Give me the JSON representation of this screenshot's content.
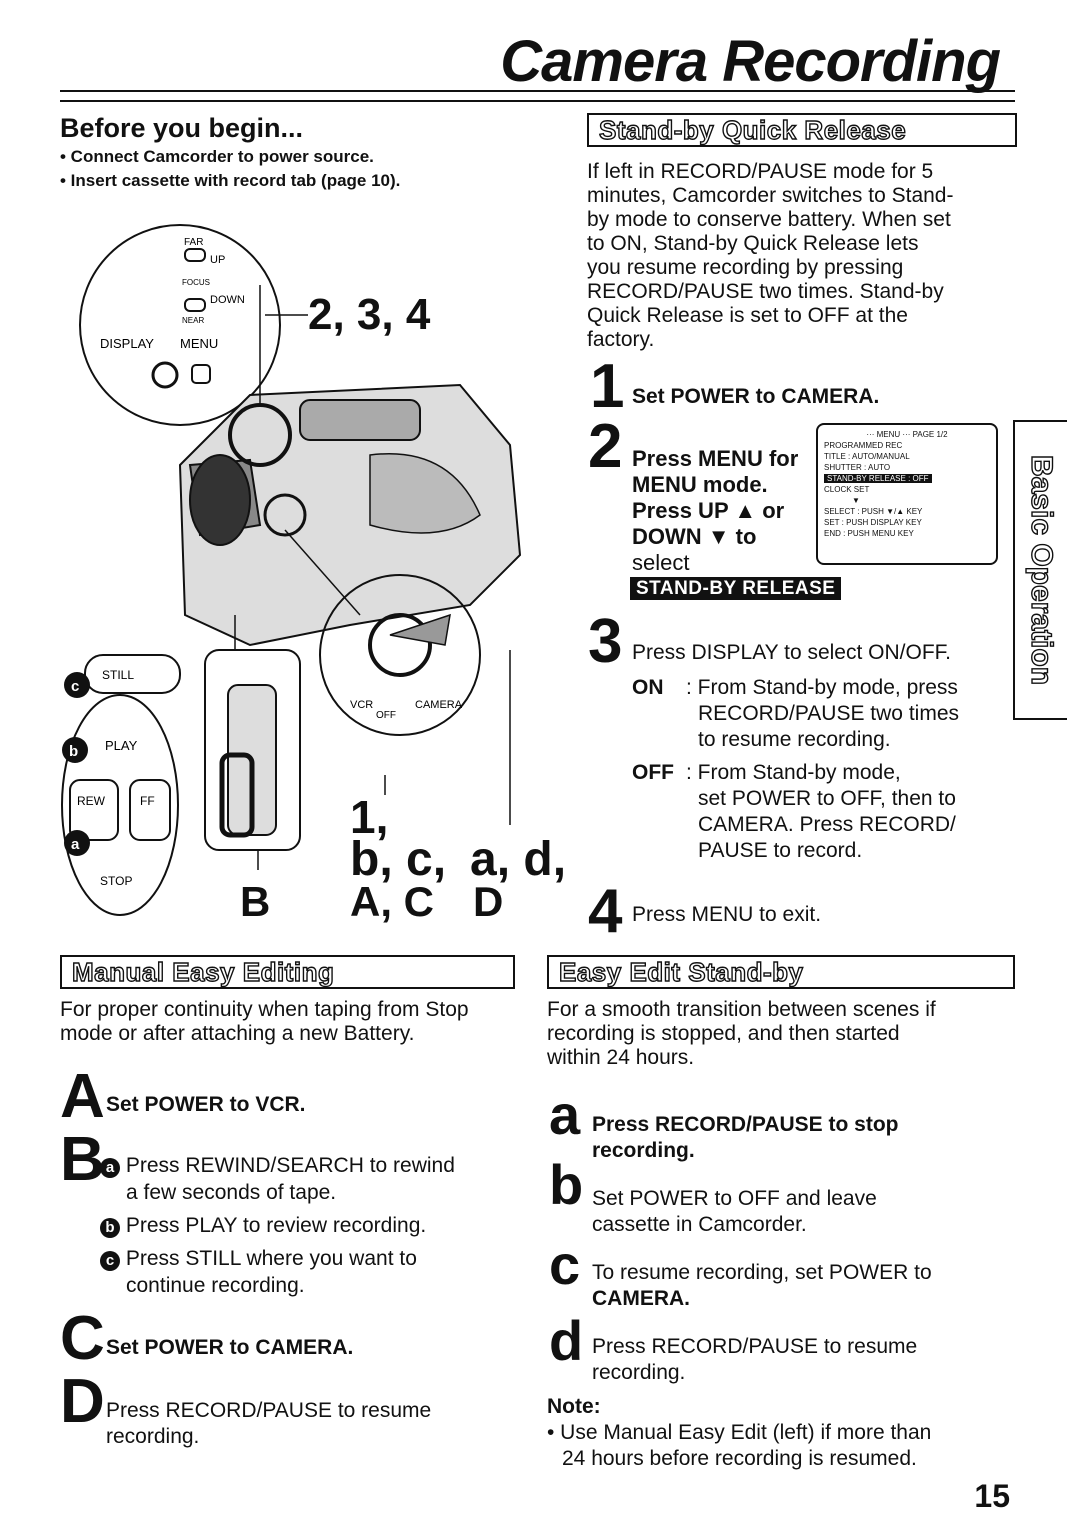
{
  "page": {
    "title": "Camera Recording",
    "side_tab": "Basic Operation",
    "page_number": "15"
  },
  "before": {
    "heading": "Before you begin...",
    "bullets": [
      "• Connect Camcorder to power source.",
      "• Insert cassette with record tab (page 10)."
    ]
  },
  "diagram": {
    "labels": {
      "far": "FAR",
      "up": "UP",
      "focus": "FOCUS",
      "down": "DOWN",
      "near": "NEAR",
      "display": "DISPLAY",
      "menu": "MENU",
      "vcr": "VCR",
      "off": "OFF",
      "camera": "CAMERA",
      "still": "STILL",
      "play": "PLAY",
      "rew": "REW",
      "ff": "FF",
      "stop": "STOP",
      "circle_c": "c",
      "circle_b": "b",
      "circle_a": "a"
    },
    "callouts": {
      "steps_234": "2, 3, 4",
      "step_1": "1,",
      "bc": "b, c,",
      "ad": "a, d,",
      "B": "B",
      "AC": "A, C",
      "D": "D"
    }
  },
  "standby": {
    "heading": "Stand-by Quick Release",
    "intro_lines": [
      "If left in RECORD/PAUSE mode for 5",
      "minutes, Camcorder switches to Stand-",
      "by mode to conserve battery. When set",
      "to ON, Stand-by Quick Release lets",
      "you resume recording by pressing",
      "RECORD/PAUSE two times. Stand-by",
      "Quick Release is set to OFF at the",
      "factory."
    ],
    "step1": {
      "num": "1",
      "text": "Set POWER to CAMERA."
    },
    "step2": {
      "num": "2",
      "lines": [
        "Press MENU for",
        "MENU mode.",
        "Press UP ▲ or",
        "DOWN ▼ to",
        "select"
      ],
      "label": "STAND-BY RELEASE"
    },
    "menu_screen": {
      "header": "··· MENU ··· PAGE 1/2",
      "rows": [
        "PROGRAMMED REC",
        "TITLE         : AUTO/MANUAL",
        "SHUTTER       : AUTO",
        "STAND-BY RELEASE : OFF",
        "CLOCK SET",
        "▼",
        "SELECT : PUSH ▼/▲ KEY",
        "SET    : PUSH DISPLAY KEY",
        "END    : PUSH MENU KEY"
      ]
    },
    "step3": {
      "num": "3",
      "text": "Press DISPLAY to select ON/OFF.",
      "on_label": "ON",
      "on_lines": [
        ": From Stand-by mode, press",
        "RECORD/PAUSE two times",
        "to resume recording."
      ],
      "off_label": "OFF",
      "off_lines": [
        ": From Stand-by mode,",
        "set POWER to OFF, then to",
        "CAMERA. Press RECORD/",
        "PAUSE to record."
      ]
    },
    "step4": {
      "num": "4",
      "text": "Press MENU to exit."
    }
  },
  "manual": {
    "heading": "Manual Easy Editing",
    "intro_lines": [
      "For proper continuity when taping from Stop",
      "mode or after attaching a new Battery."
    ],
    "stepA": {
      "letter": "A",
      "text": "Set POWER to VCR."
    },
    "stepB": {
      "letter": "B",
      "sub_a": {
        "mark": "a",
        "line1": "Press REWIND/SEARCH to rewind",
        "line2": "a few seconds of tape."
      },
      "sub_b": {
        "mark": "b",
        "line1": "Press PLAY to review recording."
      },
      "sub_c": {
        "mark": "c",
        "line1": "Press STILL where you want to",
        "line2": "continue recording."
      }
    },
    "stepC": {
      "letter": "C",
      "text": "Set POWER to CAMERA."
    },
    "stepD": {
      "letter": "D",
      "line1": "Press RECORD/PAUSE to resume",
      "line2": "recording."
    }
  },
  "easyedit": {
    "heading": "Easy Edit Stand-by",
    "intro_lines": [
      "For a smooth transition between scenes if",
      "recording is stopped, and then started",
      "within 24 hours."
    ],
    "stepa": {
      "letter": "a",
      "line1": "Press RECORD/PAUSE to stop",
      "line2": "recording."
    },
    "stepb": {
      "letter": "b",
      "line1": "Set POWER to OFF and leave",
      "line2": "cassette in Camcorder."
    },
    "stepc": {
      "letter": "c",
      "line1": "To resume recording, set POWER to",
      "line2": "CAMERA."
    },
    "stepd": {
      "letter": "d",
      "line1": "Press RECORD/PAUSE to resume",
      "line2": "recording."
    },
    "note_label": "Note:",
    "note_lines": [
      "• Use Manual Easy Edit (left) if more than",
      "24 hours before recording is resumed."
    ]
  }
}
